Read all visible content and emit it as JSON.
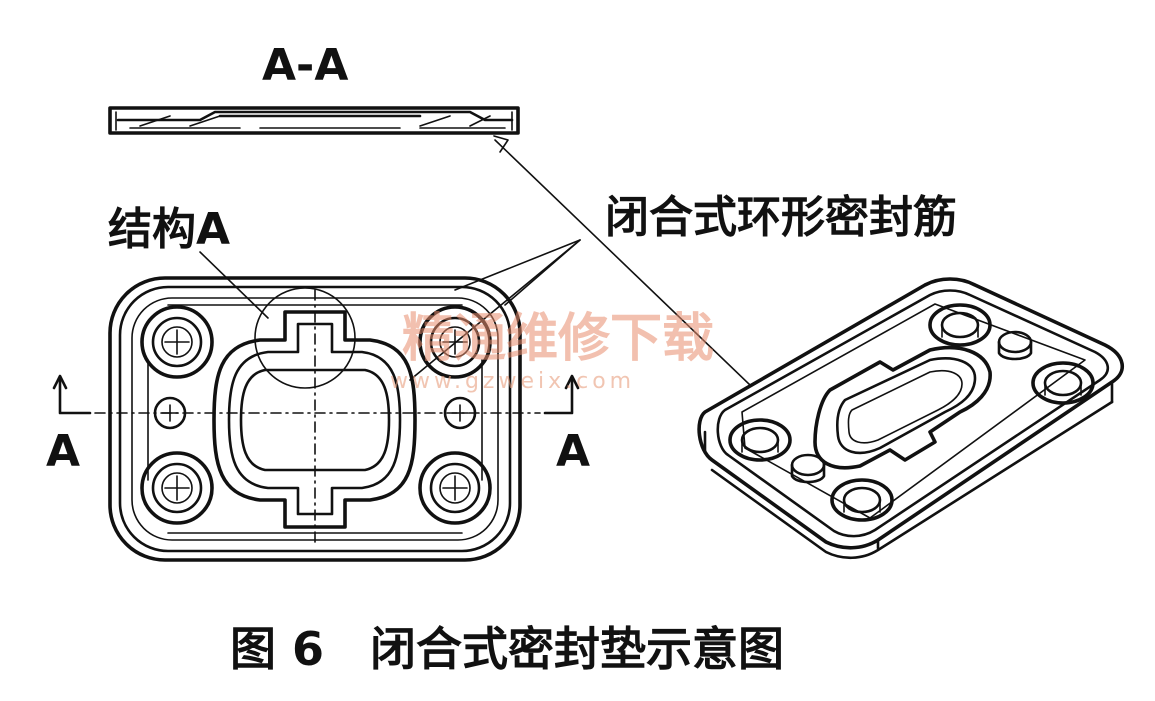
{
  "labels": {
    "section": "A-A",
    "structure_a": "结构A",
    "seal_rib": "闭合式环形密封筋",
    "cut_left": "A",
    "cut_right": "A"
  },
  "caption": "图 6　闭合式密封垫示意图",
  "watermark": {
    "cn": "精通维修下载",
    "url": "www.gzweix.com"
  },
  "colors": {
    "ink": "#111111",
    "watermark": "#e88e6e",
    "background": "#ffffff"
  }
}
